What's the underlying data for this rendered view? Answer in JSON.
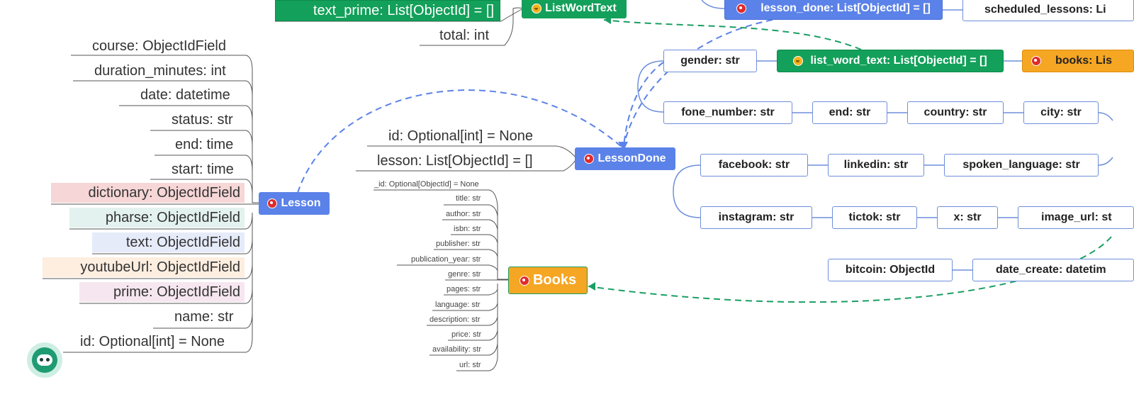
{
  "top_branch": {
    "text_prime": "text_prime: List[ObjectId] = []",
    "total": "total: int",
    "node": "ListWordText"
  },
  "lesson": {
    "node": "Lesson",
    "fields": [
      "course: ObjectIdField",
      "duration_minutes: int",
      "date: datetime",
      "status: str",
      "end: time",
      "start: time",
      "dictionary: ObjectIdField",
      "pharse: ObjectIdField",
      "text: ObjectIdField",
      "youtubeUrl: ObjectIdField",
      "prime: ObjectIdField",
      "name: str",
      "id: Optional[int] = None"
    ],
    "highlight_colors": {
      "dictionary": "#f6d6d6",
      "pharse": "#e3f2ee",
      "text": "#e6ebfa",
      "youtubeUrl": "#fdeee0",
      "prime": "#f5e6ef"
    }
  },
  "lesson_done": {
    "node": "LessonDone",
    "fields": [
      "id: Optional[int] = None",
      "lesson: List[ObjectId] = []"
    ]
  },
  "books": {
    "node": "Books",
    "fields": [
      "_id: Optional[ObjectId] = None",
      "title: str",
      "author: str",
      "isbn: str",
      "publisher: str",
      "publication_year: str",
      "genre: str",
      "pages: str",
      "language: str",
      "description: str",
      "price: str",
      "availability: str",
      "url: str"
    ]
  },
  "user_network": {
    "lesson_done": "lesson_done: List[ObjectId] = []",
    "scheduled_lessons": "scheduled_lessons: Li",
    "gender": "gender: str",
    "list_word_text": "list_word_text: List[ObjectId] = []",
    "books": "books: Lis",
    "fone_number": "fone_number: str",
    "end": "end: str",
    "country": "country: str",
    "city": "city: str",
    "facebook": "facebook: str",
    "linkedin": "linkedin: str",
    "spoken_language": "spoken_language: str",
    "instagram": "instagram: str",
    "tictok": "tictok: str",
    "x": "x: str",
    "image_url": "image_url: st",
    "bitcoin": "bitcoin: ObjectId",
    "date_create": "date_create: datetim"
  },
  "colors": {
    "topic_blue": "#5b82e8",
    "topic_green": "#13a05a",
    "topic_orange": "#f5a623",
    "link_dash_blue": "#5b82e8",
    "link_dash_green": "#1a9e63"
  },
  "icons": [
    "flag-icon",
    "smiley-icon",
    "star-icon",
    "assistant-bot-icon"
  ]
}
